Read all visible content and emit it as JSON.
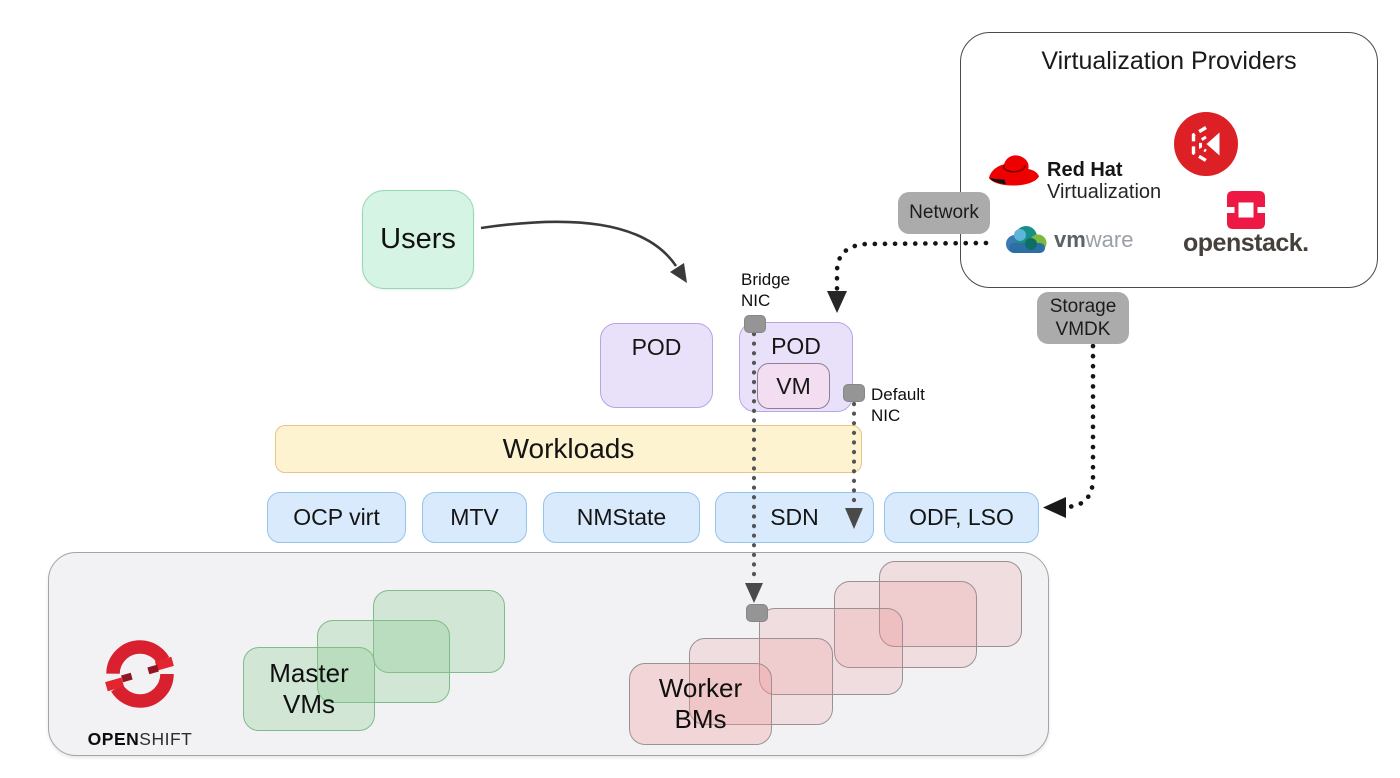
{
  "providers": {
    "title": "Virtualization Providers",
    "redhat_name": "Red Hat",
    "redhat_product": "Virtualization",
    "vmware_bold": "vm",
    "vmware_light": "ware",
    "openstack_label": "openstack."
  },
  "badges": {
    "network": "Network",
    "storage": "Storage\nVMDK"
  },
  "users": {
    "label": "Users"
  },
  "pods": {
    "pod_left_label": "POD",
    "pod_right_label": "POD",
    "vm_label": "VM"
  },
  "nics": {
    "bridge": "Bridge\nNIC",
    "default": "Default\nNIC"
  },
  "workloads": {
    "label": "Workloads"
  },
  "operators": {
    "items": [
      "OCP virt",
      "MTV",
      "NMState",
      "SDN",
      "ODF, LSO"
    ]
  },
  "cluster": {
    "logo_bold": "OPEN",
    "logo_light": "SHIFT",
    "master_label": "Master\nVMs",
    "worker_label": "Worker\nBMs"
  },
  "icons": {
    "redhat": "redhat-fedora-icon",
    "ovirt": "ovirt-icon",
    "vmware": "vmware-cloud-icon",
    "openstack": "openstack-icon",
    "openshift": "openshift-ring-icon"
  },
  "colors": {
    "users_fill": "#d6f4e4",
    "users_border": "#93d8b4",
    "pod_fill": "#e9e0f9",
    "pod_border": "#b7a5e6",
    "vm_fill": "#f3def1",
    "vm_border": "#8d7f9b",
    "workloads_fill": "#fdf3d0",
    "workloads_border": "#eac485",
    "operator_fill": "#d8eafb",
    "operator_border": "#94c5ec",
    "badge_fill": "#ababab",
    "cluster_fill": "#f2f2f4",
    "cluster_border": "#a3a3a9",
    "master_fill": "rgba(134,202,144,0.30)",
    "master_border": "#80bc88",
    "worker_fill": "rgba(236,139,139,0.20)",
    "worker_border": "#9b9194",
    "redhat_red": "#ee0000",
    "openshift_red": "#d8202f",
    "openstack_red": "#ed1944"
  }
}
